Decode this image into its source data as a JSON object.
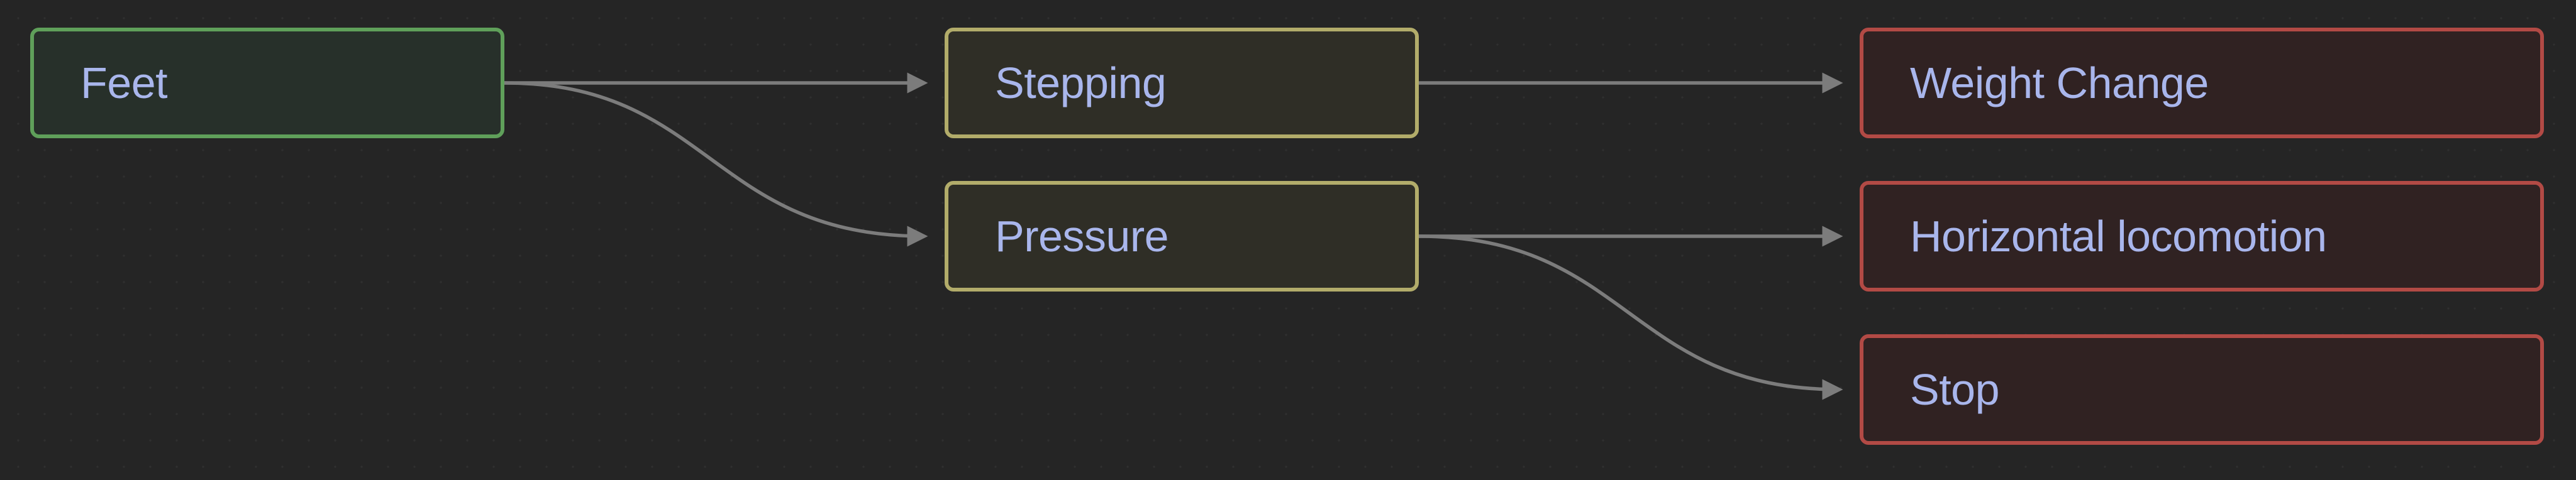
{
  "nodes": {
    "feet": {
      "label": "Feet"
    },
    "stepping": {
      "label": "Stepping"
    },
    "pressure": {
      "label": "Pressure"
    },
    "weight_change": {
      "label": "Weight Change"
    },
    "horizontal_locomotion": {
      "label": "Horizontal locomotion"
    },
    "stop": {
      "label": "Stop"
    }
  },
  "edges": [
    {
      "from": "Feet",
      "to": "Stepping"
    },
    {
      "from": "Feet",
      "to": "Pressure"
    },
    {
      "from": "Stepping",
      "to": "Weight Change"
    },
    {
      "from": "Pressure",
      "to": "Horizontal locomotion"
    },
    {
      "from": "Pressure",
      "to": "Stop"
    }
  ],
  "colors": {
    "canvas": "#252525",
    "edge": "#7c7c7c",
    "node_text": "#a9b6ec",
    "start_border": "#5fa05a",
    "middle_border": "#b2ac6a",
    "end_border": "#b24a45"
  }
}
